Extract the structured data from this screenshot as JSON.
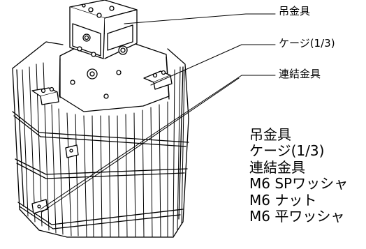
{
  "callouts": [
    {
      "label": "吊金具"
    },
    {
      "label": "ケージ(1/3)"
    },
    {
      "label": "連結金具"
    }
  ],
  "parts_list": [
    "吊金具",
    "ケージ(1/3)",
    "連結金具",
    "M6 SPワッシャ",
    "M6 ナット",
    "M6 平ワッシャ"
  ]
}
